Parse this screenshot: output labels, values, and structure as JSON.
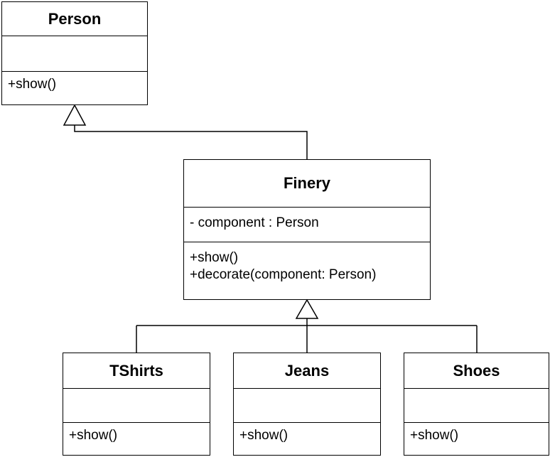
{
  "classes": {
    "person": {
      "name": "Person",
      "attributes": [],
      "operations": [
        "+show()"
      ]
    },
    "finery": {
      "name": "Finery",
      "attributes": [
        "- component : Person"
      ],
      "operations": [
        "+show()",
        "+decorate(component: Person)"
      ]
    },
    "tshirts": {
      "name": "TShirts",
      "attributes": [],
      "operations": [
        "+show()"
      ]
    },
    "jeans": {
      "name": "Jeans",
      "attributes": [],
      "operations": [
        "+show()"
      ]
    },
    "shoes": {
      "name": "Shoes",
      "attributes": [],
      "operations": [
        "+show()"
      ]
    }
  },
  "relations": [
    {
      "type": "generalization",
      "from": "Finery",
      "to": "Person"
    },
    {
      "type": "generalization",
      "from": "TShirts",
      "to": "Finery"
    },
    {
      "type": "generalization",
      "from": "Jeans",
      "to": "Finery"
    },
    {
      "type": "generalization",
      "from": "Shoes",
      "to": "Finery"
    }
  ],
  "colors": {
    "stroke": "#000000",
    "fill": "#ffffff"
  }
}
